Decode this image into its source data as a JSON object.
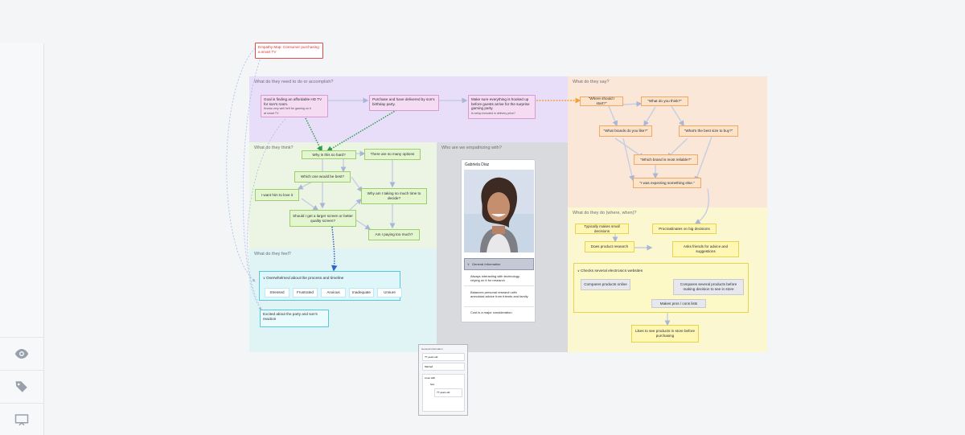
{
  "sidebar": {
    "items": [
      {
        "icon": "eye-icon",
        "label": "View"
      },
      {
        "icon": "tags-icon",
        "label": "Tags"
      },
      {
        "icon": "present-icon",
        "label": "Present"
      }
    ]
  },
  "title_note": "Empathy Map: Consumer purchasing a smart TV",
  "zones": {
    "do": "What do they need to do or accomplish?",
    "think": "What do they think?",
    "feel": "What do they feel?",
    "who": "Who are we empathizing with?",
    "say": "What do they say?",
    "act": "What do they do (where, when)?"
  },
  "do_notes": {
    "n1": "Goal is finding an affordable HD TV for son's room.",
    "n1_sub": "Knows very well he'll be gaming on it",
    "n1_sub2": "at smart TV",
    "n2": "Purchase and have delivered by son's birthday party.",
    "n3": "Make sure everything is hooked up before guests arrive for the surprise gaming party.",
    "n3_sub": "Is setup included in delivery price?"
  },
  "think_notes": {
    "t1": "Why is this so hard?",
    "t2": "There are so many options",
    "t3": "Which one would be best?",
    "t4": "I want him to love it",
    "t5": "Why am I taking so much time to decide?",
    "t6": "Should I get a larger screen or better quality screen?",
    "t7": "Am I paying too much?"
  },
  "feel": {
    "header": "Overwhelmed about the process and timeline",
    "chips": [
      "Stressed",
      "Frustrated",
      "Anxious",
      "Inadequate",
      "Unsure"
    ],
    "excited": "Excited about the party and son's reaction"
  },
  "persona": {
    "name": "Gabriela Diaz",
    "section": "General Information",
    "facts": [
      "Always interacting with technology, relying on it for research",
      "Balances personal research with anecdotal advice from friends and family",
      "Cost is a major consideration"
    ]
  },
  "minimap": {
    "header": "General Information",
    "r1": "?? years old",
    "r2": "Married",
    "r3": "Lives with",
    "r4": "Son",
    "r5": "?? years old"
  },
  "say_notes": {
    "s1": "\"Where should I start?\"",
    "s2": "\"What do you think?\"",
    "s3": "\"What brands do you like?\"",
    "s4": "\"What's the best size to buy?\"",
    "s5": "\"Which brand is most reliable?\"",
    "s6": "\"I was expecting something else.\""
  },
  "act_notes": {
    "a1": "Typically makes small decisions",
    "a2": "Procrastinates on big decisions",
    "a3": "Does product research",
    "a4": "Asks friends for advice and suggestions",
    "group": "Checks several electronics websites",
    "g1": "Compares products online",
    "g2": "Compares several products before making decision to see in store",
    "g3": "Makes pros / cons lists",
    "a5": "Likes to see products in store before purchasing"
  },
  "colors": {
    "do_zone": "#e9defa",
    "think_zone": "#ecf5e4",
    "feel_zone": "#e0f3f5",
    "who_zone": "#d9dadd",
    "say_zone": "#fbe7d8",
    "act_zone": "#fbf7d0"
  }
}
